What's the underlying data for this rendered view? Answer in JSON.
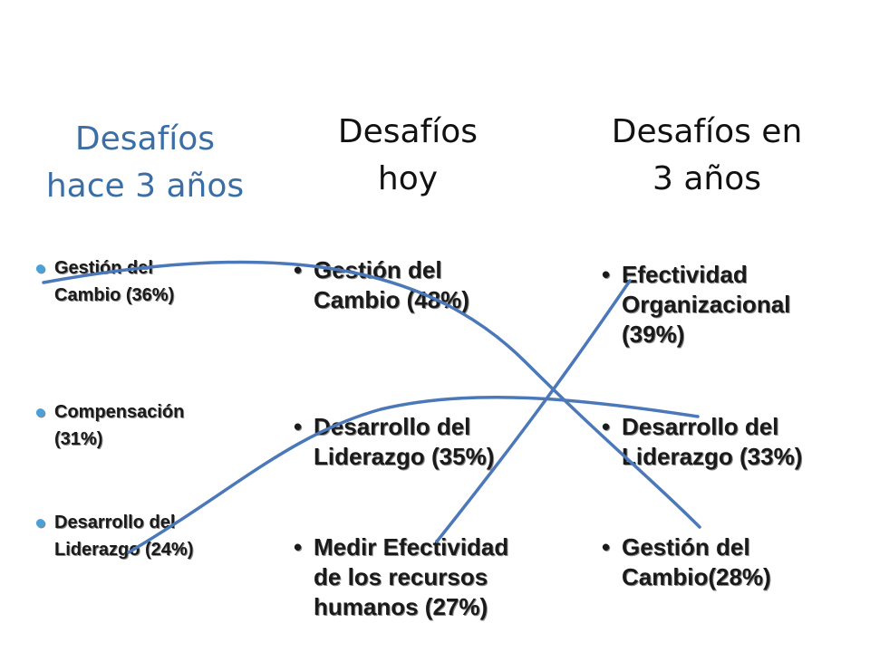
{
  "columns": [
    {
      "heading": [
        "Desafíos",
        "hace 3 años"
      ],
      "items": [
        {
          "line1": "Gestión del",
          "line2": "Cambio (36%)",
          "line3": ""
        },
        {
          "line1": "Compensación",
          "line2": "(31%)",
          "line3": ""
        },
        {
          "line1": "Desarrollo del",
          "line2": "Liderazgo (24%)",
          "line3": ""
        }
      ]
    },
    {
      "heading": [
        "Desafíos",
        "hoy"
      ],
      "items": [
        {
          "line1": "Gestión del",
          "line2": "Cambio (48%)",
          "line3": ""
        },
        {
          "line1": "Desarrollo del",
          "line2": "Liderazgo (35%)",
          "line3": ""
        },
        {
          "line1": "Medir Efectividad",
          "line2": "de los recursos",
          "line3": "humanos (27%)"
        }
      ]
    },
    {
      "heading": [
        "Desafíos en",
        "3 años"
      ],
      "items": [
        {
          "line1": "Efectividad",
          "line2": "Organizacional",
          "line3": "(39%)"
        },
        {
          "line1": "Desarrollo del",
          "line2": "Liderazgo (33%)",
          "line3": ""
        },
        {
          "line1": "Gestión del",
          "line2": "Cambio(28%)",
          "line3": ""
        }
      ]
    }
  ],
  "colors": {
    "left_heading": "#3a6ea5",
    "left_bullet": "#4aa0d8",
    "connector_line": "#4a78b8"
  }
}
